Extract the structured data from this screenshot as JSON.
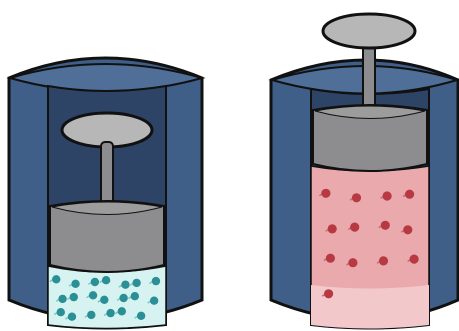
{
  "diagram": {
    "cylinders": [
      {
        "piston_position": "low",
        "gas_fill_color": "#d6f3f2",
        "particle_color": "#2b8f96",
        "particle_count": 20
      },
      {
        "piston_position": "high",
        "gas_fill_color": "#e9a9ad",
        "particle_color": "#b73a42",
        "particle_count": 13
      }
    ],
    "colors": {
      "cylinder_body": "#3f5f88",
      "cylinder_inner": "#2d4466",
      "piston": "#8d8d8f",
      "piston_highlight": "#b7b7b8",
      "outline": "#111111"
    },
    "icons": [
      "piston-cylinder-icon",
      "gas-particle-icon"
    ]
  }
}
